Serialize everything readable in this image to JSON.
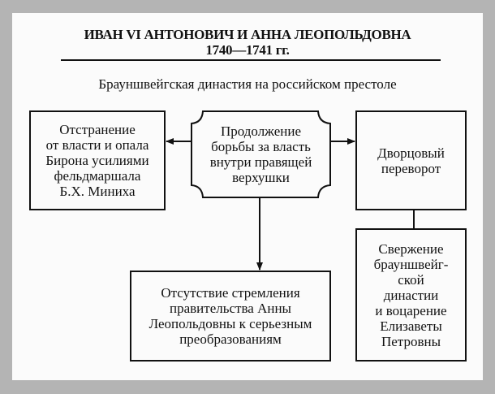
{
  "header": {
    "title_line1": "ИВАН VI АНТОНОВИЧ И АННА ЛЕОПОЛЬДОВНА",
    "title_line2": "1740—1741 гг.",
    "subtitle": "Брауншвейгская династия на российском престоле"
  },
  "nodes": {
    "center": "Продолжение\nборьбы за власть\nвнутри правящей\nверхушки",
    "left": "Отстранение\nот власти и опала\nБирона усилиями\nфельдмаршала\nБ.Х. Миниха",
    "right": "Дворцовый\nпереворот",
    "bottom_center": "Отсутствие стремления\nправительства Анны\nЛеопольдовны к серьезным\nпреобразованиям",
    "bottom_right": "Свержение\nбрауншвейг-\nской\nдинастии\nи воцарение\nЕлизаветы\nПетровны"
  },
  "edges": [
    {
      "from": "center",
      "to": "left",
      "type": "arrow"
    },
    {
      "from": "center",
      "to": "right",
      "type": "arrow"
    },
    {
      "from": "center",
      "to": "bottom_center",
      "type": "arrow"
    },
    {
      "from": "right",
      "to": "bottom_right",
      "type": "line"
    }
  ]
}
